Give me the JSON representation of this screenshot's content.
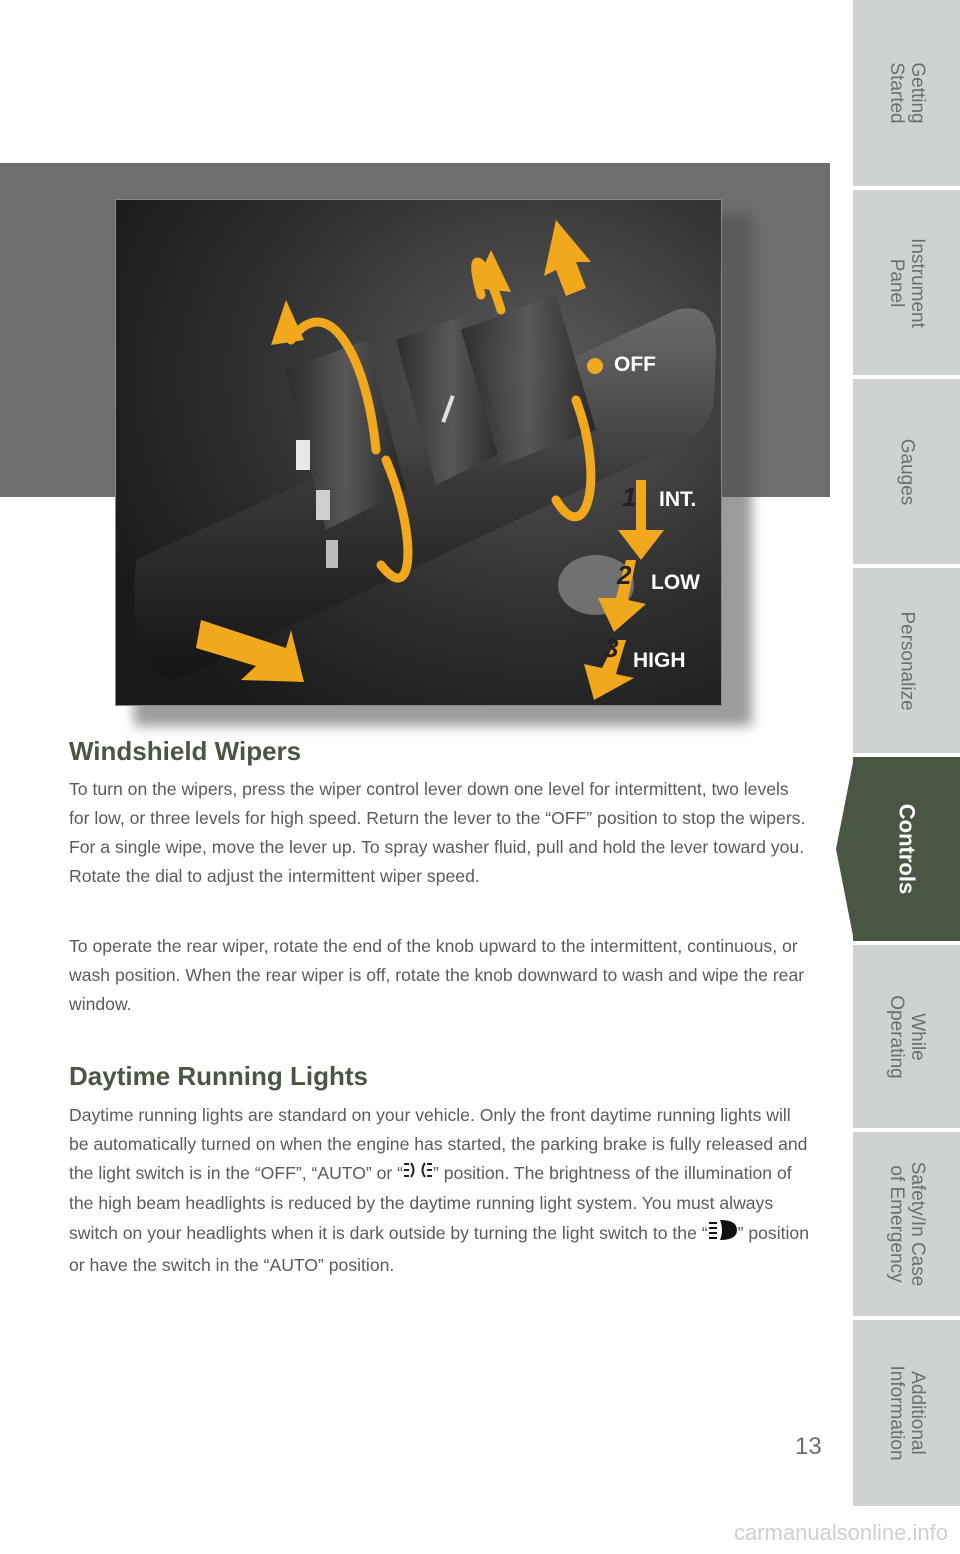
{
  "sidebar": {
    "tabs": [
      {
        "label": "Getting\nStarted"
      },
      {
        "label": "Instrument\nPanel"
      },
      {
        "label": "Gauges"
      },
      {
        "label": "Personalize"
      },
      {
        "label": "Controls",
        "active": true
      },
      {
        "label": "While\nOperating"
      },
      {
        "label": "Safety/In Case\nof Emergency"
      },
      {
        "label": "Additional\nInformation"
      }
    ],
    "active_color": "#4b5544",
    "inactive_color": "#cfd2d3"
  },
  "illustration": {
    "callouts": {
      "off": "OFF",
      "int_num": "1",
      "int": "INT.",
      "low_num": "2",
      "low": "LOW",
      "high_num": "3",
      "high": "HIGH"
    },
    "accent_color": "#f2a81d"
  },
  "wipers": {
    "heading": "Windshield Wipers",
    "para1": "To turn on the wipers, press the wiper control lever down one level for intermittent, two levels for low, or three levels for high speed. Return the lever to the “OFF” position to stop the wipers. For a single wipe, move the lever up. To spray washer fluid, pull and hold the lever toward you. Rotate the dial to adjust the intermittent wiper speed.",
    "para2": "To operate the rear wiper, rotate the end of the knob upward to the intermittent, continuous, or wash position. When the rear wiper is off, rotate the knob downward to wash and wipe the rear window."
  },
  "drl": {
    "heading": "Daytime Running Lights",
    "para_a": "Daytime running lights are standard on your vehicle. Only the front daytime running lights will be automatically turned on when the engine has started, the parking brake is fully released and the light switch is in the “OFF”, “AUTO” or “",
    "para_b": "” position. The brightness of the illumination of the high beam headlights is reduced by the daytime running light system. You must always switch on your headlights when it is dark outside by turning the light switch to the “",
    "para_c": "” position or have the switch in the “AUTO” position.",
    "icons": [
      "parking-lights-icon",
      "headlight-icon"
    ]
  },
  "page_number": "13",
  "watermark": "carmanualsonline.info"
}
